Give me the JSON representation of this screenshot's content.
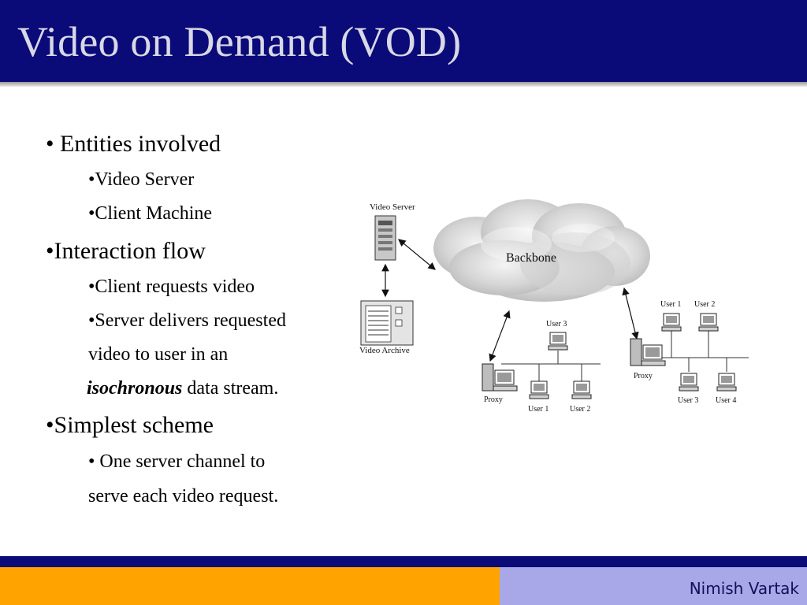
{
  "slide": {
    "title": "Video on Demand (VOD)",
    "author": "Nimish Vartak"
  },
  "bullets": {
    "entities_heading": "• Entities involved",
    "entity_video_server": "•Video Server",
    "entity_client_machine": "•Client Machine",
    "flow_heading": "•Interaction flow",
    "flow_request": "•Client requests video",
    "flow_deliver_line1": "•Server delivers requested",
    "flow_deliver_line2": "video to user in an",
    "flow_deliver_emph": "isochronous",
    "flow_deliver_rest": " data stream.",
    "scheme_heading": "•Simplest scheme",
    "scheme_line1": "• One server channel to",
    "scheme_line2": "serve each video request."
  },
  "diagram": {
    "video_server_label": "Video Server",
    "video_archive_label": "Video Archive",
    "backbone_label": "Backbone",
    "left_proxy_label": "Proxy",
    "left_user1_label": "User 1",
    "left_user2_label": "User 2",
    "left_user3_label": "User 3",
    "right_proxy_label": "Proxy",
    "right_user1_label": "User 1",
    "right_user2_label": "User 2",
    "right_user3_label": "User 3",
    "right_user4_label": "User 4"
  }
}
